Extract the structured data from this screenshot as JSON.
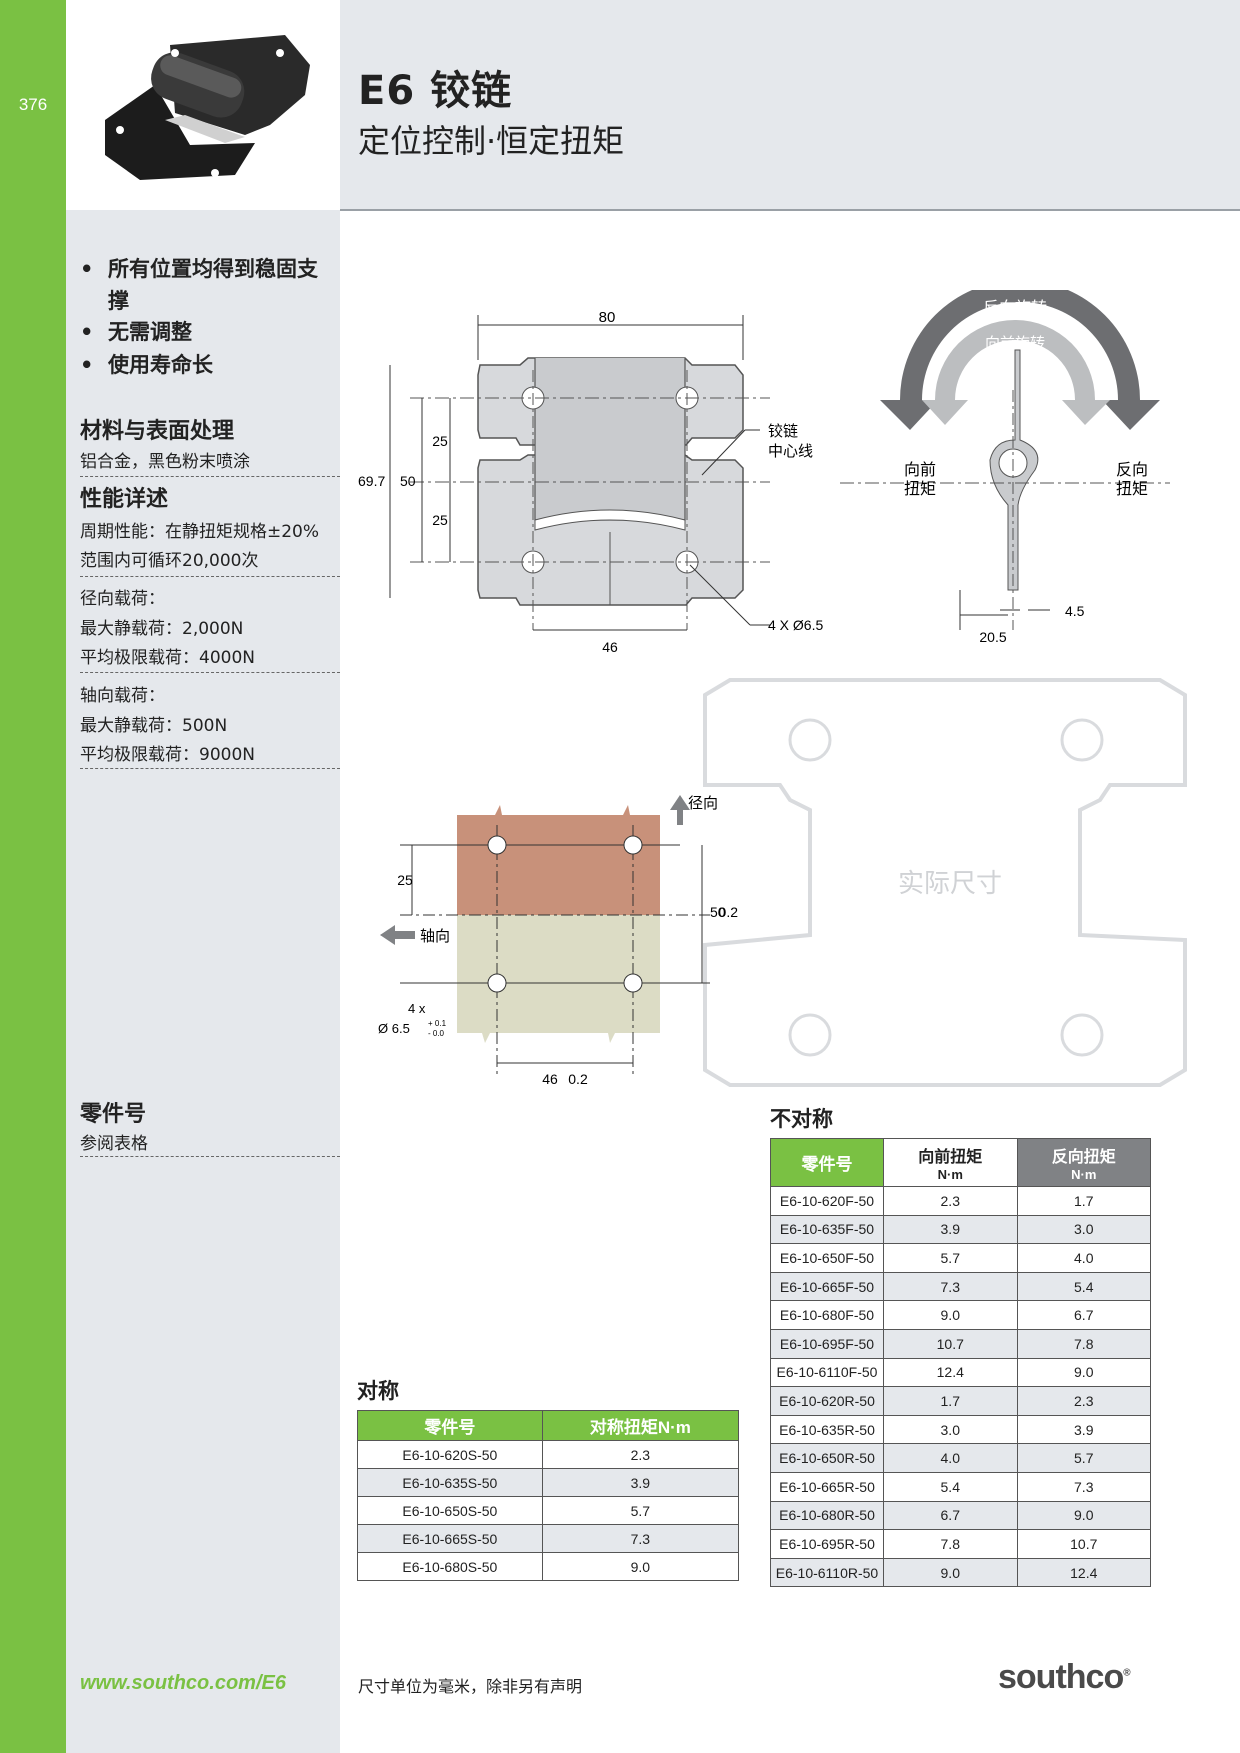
{
  "page": {
    "number": "376"
  },
  "header": {
    "title": "E6 铰链",
    "subtitle": "定位控制·恒定扭矩"
  },
  "features": [
    "所有位置均得到稳固支撑",
    "无需调整",
    "使用寿命长"
  ],
  "materials": {
    "heading": "材料与表面处理",
    "text": "铝合金，黑色粉末喷涂"
  },
  "performance": {
    "heading": "性能详述",
    "cycle_line1": "周期性能：在静扭矩规格±20%",
    "cycle_line2": "范围内可循环20,000次",
    "radial_title": "径向载荷：",
    "radial_max": "最大静载荷：2,000N",
    "radial_avg": "平均极限载荷：4000N",
    "axial_title": "轴向载荷：",
    "axial_max": "最大静载荷：500N",
    "axial_avg": "平均极限载荷：9000N"
  },
  "part_numbers": {
    "heading": "零件号",
    "text": "参阅表格"
  },
  "drawing_top": {
    "dim_80": "80",
    "dim_69_7": "69.7",
    "dim_50": "50",
    "dim_25a": "25",
    "dim_25b": "25",
    "dim_46": "46",
    "holes": "4 X Ø6.5",
    "hinge_center_1": "铰链",
    "hinge_center_2": "中心线"
  },
  "drawing_side": {
    "reverse_rotation": "反向旋转",
    "forward_rotation": "向前旋转",
    "forward_torque_1": "向前",
    "forward_torque_2": "扭矩",
    "reverse_torque_1": "反向",
    "reverse_torque_2": "扭矩",
    "dim_4_5": "4.5",
    "dim_20_5": "20.5"
  },
  "drawing_mount": {
    "radial": "径向",
    "axial": "轴向",
    "dim_25": "25",
    "dim_50": "50",
    "tol_50": "0.2",
    "dim_46": "46",
    "tol_46": "0.2",
    "holes_qty": "4 x",
    "hole_dia": "Ø 6.5",
    "tol_plus": "+ 0.1",
    "tol_minus": "- 0.0",
    "actual_size": "实际尺寸"
  },
  "sym_table": {
    "title": "对称",
    "headers": [
      "零件号",
      "对称扭矩N·m"
    ],
    "rows": [
      [
        "E6-10-620S-50",
        "2.3"
      ],
      [
        "E6-10-635S-50",
        "3.9"
      ],
      [
        "E6-10-650S-50",
        "5.7"
      ],
      [
        "E6-10-665S-50",
        "7.3"
      ],
      [
        "E6-10-680S-50",
        "9.0"
      ]
    ]
  },
  "asym_table": {
    "title": "不对称",
    "header_part": "零件号",
    "header_fwd": "向前扭矩",
    "header_rev": "反向扭矩",
    "unit": "N·m",
    "rows": [
      [
        "E6-10-620F-50",
        "2.3",
        "1.7"
      ],
      [
        "E6-10-635F-50",
        "3.9",
        "3.0"
      ],
      [
        "E6-10-650F-50",
        "5.7",
        "4.0"
      ],
      [
        "E6-10-665F-50",
        "7.3",
        "5.4"
      ],
      [
        "E6-10-680F-50",
        "9.0",
        "6.7"
      ],
      [
        "E6-10-695F-50",
        "10.7",
        "7.8"
      ],
      [
        "E6-10-6110F-50",
        "12.4",
        "9.0"
      ],
      [
        "E6-10-620R-50",
        "1.7",
        "2.3"
      ],
      [
        "E6-10-635R-50",
        "3.0",
        "3.9"
      ],
      [
        "E6-10-650R-50",
        "4.0",
        "5.7"
      ],
      [
        "E6-10-665R-50",
        "5.4",
        "7.3"
      ],
      [
        "E6-10-680R-50",
        "6.7",
        "9.0"
      ],
      [
        "E6-10-695R-50",
        "7.8",
        "10.7"
      ],
      [
        "E6-10-6110R-50",
        "9.0",
        "12.4"
      ]
    ]
  },
  "footer": {
    "url": "www.southco.com/E6",
    "note": "尺寸单位为毫米，除非另有声明",
    "logo": "southco",
    "logo_mark": "®"
  },
  "colors": {
    "accent": "#7ac143",
    "band": "#e5e8ec",
    "table_header_gray": "#808285"
  }
}
